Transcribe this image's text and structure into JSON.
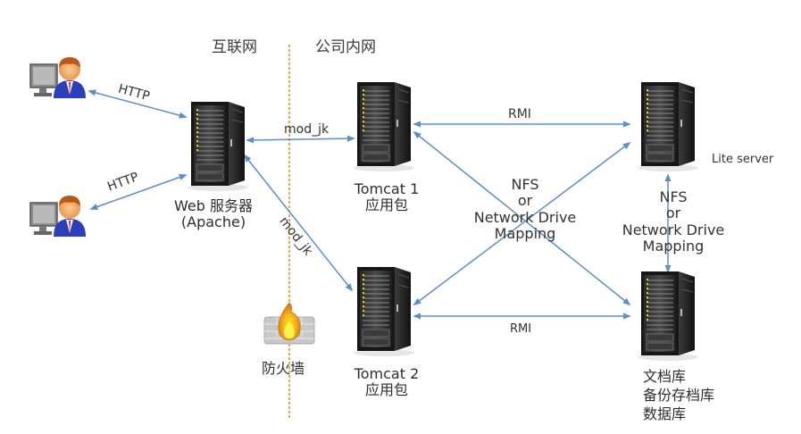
{
  "colors": {
    "arrow": "#5b8fc9",
    "boundary": "#f5a54a",
    "text": "#333333",
    "background": "#ffffff"
  },
  "zones": {
    "internet": "互联网",
    "intranet": "公司内网"
  },
  "nodes": {
    "client_1": {
      "icon": "user-computer-icon"
    },
    "client_2": {
      "icon": "user-computer-icon"
    },
    "web_server": {
      "icon": "server-rack-icon",
      "label_line1": "Web 服务器",
      "label_line2": "(Apache)"
    },
    "tomcat_1": {
      "icon": "server-rack-icon",
      "label_line1": "Tomcat 1",
      "label_line2": "应用包"
    },
    "tomcat_2": {
      "icon": "server-rack-icon",
      "label_line1": "Tomcat 2",
      "label_line2": "应用包"
    },
    "lite_server": {
      "icon": "server-rack-icon",
      "label": "Lite server"
    },
    "storage": {
      "icon": "server-rack-icon",
      "label_line1": "文档库",
      "label_line2": "备份存档库",
      "label_line3": "数据库"
    },
    "firewall": {
      "icon": "firewall-icon",
      "label": "防火墙"
    }
  },
  "edges": {
    "http_1": "HTTP",
    "http_2": "HTTP",
    "modjk_1": "mod_jk",
    "modjk_2": "mod_jk",
    "rmi_top": "RMI",
    "rmi_bottom": "RMI",
    "nfs_center": {
      "line1": "NFS",
      "line2": "or",
      "line3": "Network Drive",
      "line4": "Mapping"
    },
    "nfs_right": {
      "line1": "NFS",
      "line2": "or",
      "line3": "Network Drive",
      "line4": "Mapping"
    }
  }
}
